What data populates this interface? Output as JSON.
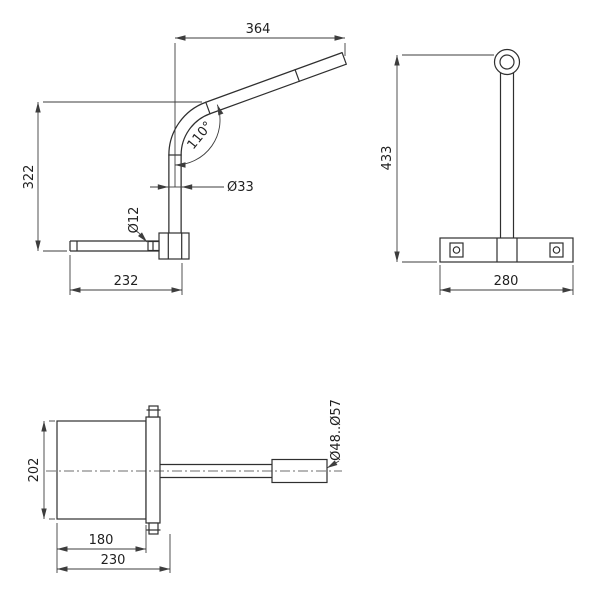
{
  "views": {
    "side": {
      "dims": {
        "top_width": "364",
        "height": "322",
        "base_width": "232",
        "angle": "110°",
        "tube_diameter": "Ø33",
        "bolt_diameter": "Ø12"
      }
    },
    "front": {
      "dims": {
        "height": "433",
        "base_width": "280"
      }
    },
    "plan": {
      "dims": {
        "depth": "202",
        "box_width": "180",
        "overall_width": "230",
        "sleeve_diameter": "Ø48..Ø57"
      }
    }
  },
  "colors": {
    "line": "#2f2f2f",
    "dim": "#3d3d3d",
    "text": "#1f1f1f",
    "bg": "#ffffff"
  }
}
